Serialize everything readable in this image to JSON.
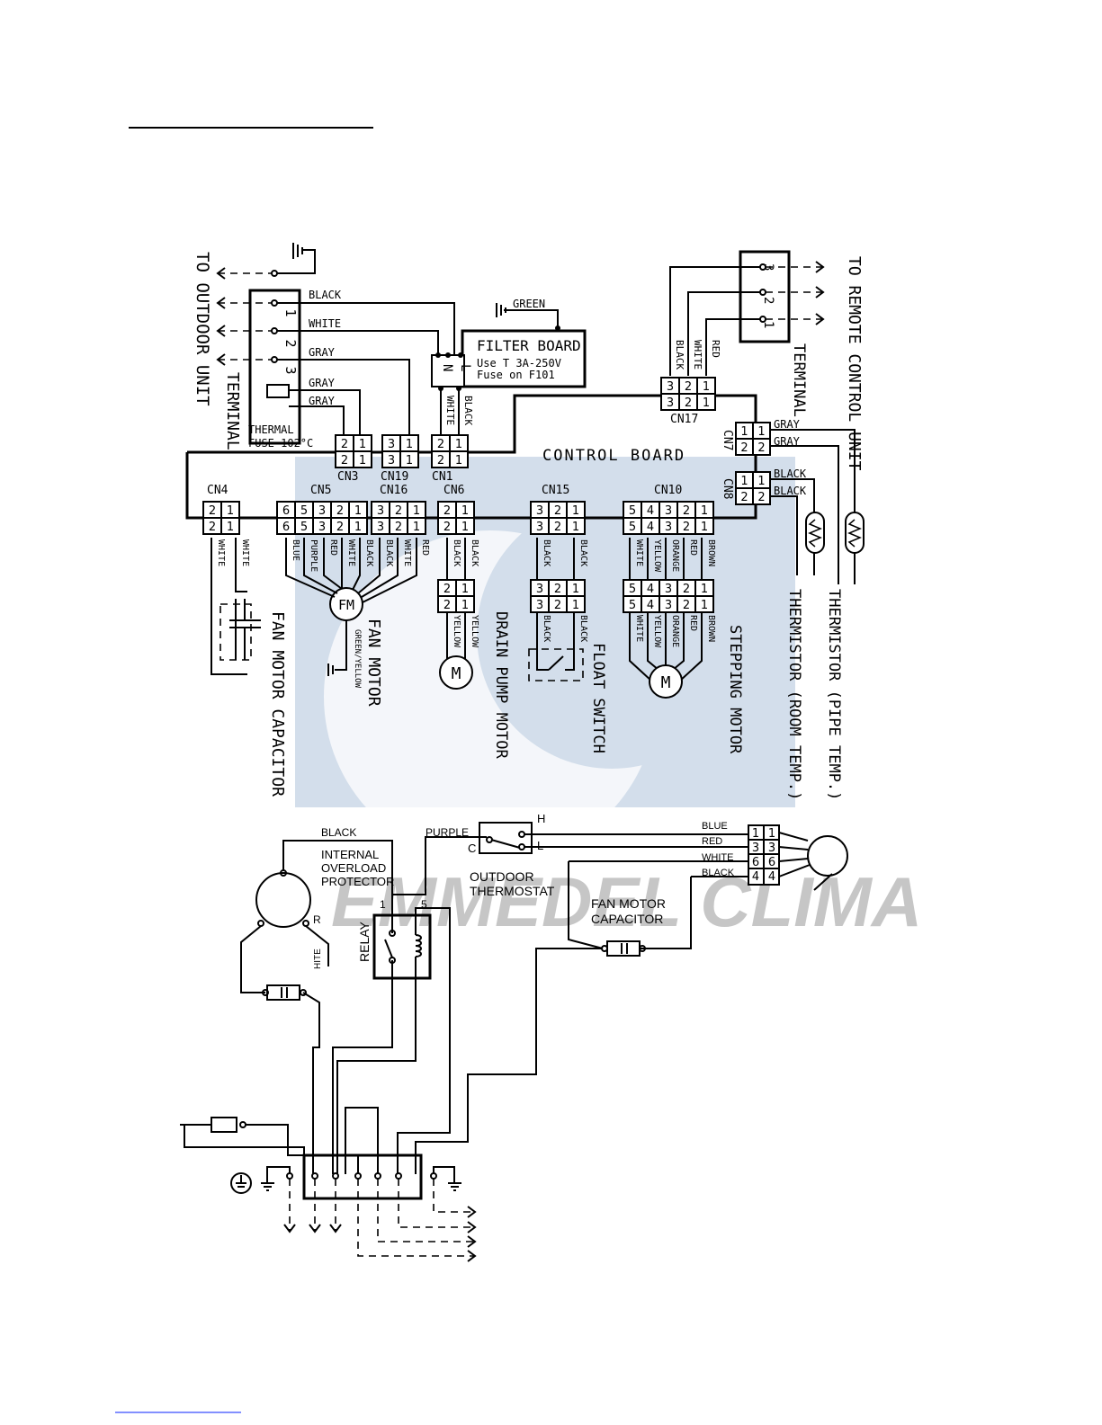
{
  "diagram": {
    "upper": {
      "to_outdoor_unit": "TO OUTDOOR UNIT",
      "terminal": "TERMINAL",
      "to_remote_control_unit": "TO REMOTE CONTROL UNIT",
      "thermal_fuse": "THERMAL FUSE 102°C",
      "filter_board": "FILTER BOARD",
      "fuse_note_1": "Use T 3A-250V",
      "fuse_note_2": "Fuse on F101",
      "control_board": "CONTROL BOARD",
      "fan_motor_capacitor": "FAN MOTOR CAPACITOR",
      "fan_motor": "FAN MOTOR",
      "drain_pump_motor": "DRAIN PUMP MOTOR",
      "float_switch": "FLOAT SWITCH",
      "stepping_motor": "STEPPING MOTOR",
      "thermistor_room": "THERMISTOR (ROOM TEMP.)",
      "thermistor_pipe": "THERMISTOR (PIPE TEMP.)",
      "fm": "FM",
      "m": "M",
      "green_yellow": "GREEN/YELLOW",
      "filter_n": "N",
      "filter_l": "L",
      "connectors": [
        "CN1",
        "CN3",
        "CN4",
        "CN5",
        "CN6",
        "CN7",
        "CN8",
        "CN10",
        "CN15",
        "CN16",
        "CN17",
        "CN19"
      ],
      "wire_colors": [
        "BLACK",
        "WHITE",
        "GRAY",
        "GREEN",
        "RED",
        "BLUE",
        "PURPLE",
        "YELLOW",
        "ORANGE",
        "BROWN"
      ]
    },
    "lower": {
      "black": "BLACK",
      "purple": "PURPLE",
      "internal_overload_protector": "INTERNAL OVERLOAD PROTECTOR",
      "outdoor_thermostat": "OUTDOOR THERMOSTAT",
      "fan_motor_capacitor": "FAN MOTOR CAPACITOR",
      "relay": "RELAY",
      "hite": "HITE",
      "r": "R",
      "c": "C",
      "h": "H",
      "l": "L",
      "relay_pin_1": "1",
      "relay_pin_5": "5",
      "blue": "BLUE",
      "red": "RED",
      "white": "WHITE"
    },
    "watermark": "EMMEDEL CLIMA"
  }
}
